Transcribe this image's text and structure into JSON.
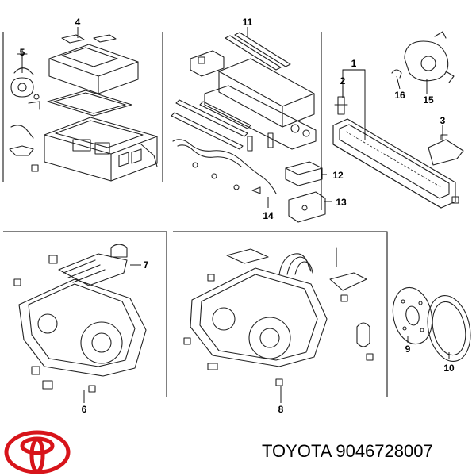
{
  "callouts": [
    "1",
    "2",
    "3",
    "4",
    "5",
    "6",
    "7",
    "8",
    "9",
    "10",
    "11",
    "12",
    "13",
    "14",
    "15",
    "16"
  ],
  "caption": {
    "brand": "TOYOTA",
    "part_number": "9046728007"
  },
  "logo": {
    "name": "toyota-logo",
    "color": "#d7141a"
  }
}
